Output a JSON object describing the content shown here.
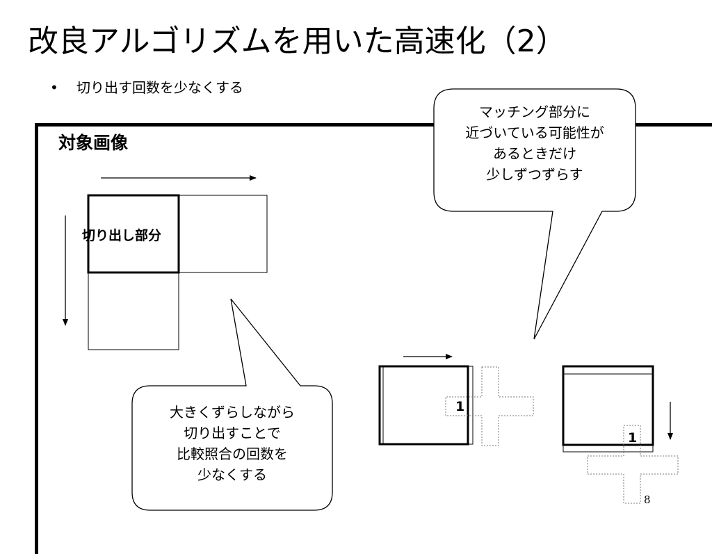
{
  "slide": {
    "title": "改良アルゴリズムを用いた高速化（2）",
    "bullet_marker": "•",
    "bullet_text": "切り出す回数を少なくする",
    "target_image_label": "対象画像",
    "cut_region_label": "切り出し部分",
    "callout_right": [
      "マッチング部分に",
      "近づいている可能性が",
      "あるときだけ",
      "少しずつずらす"
    ],
    "callout_left": [
      "大きくずらしながら",
      "切り出すことで",
      "比較照合の回数を",
      "少なくする"
    ],
    "marker_digit_1": "1",
    "marker_digit_2": "1",
    "page_number": "8"
  }
}
